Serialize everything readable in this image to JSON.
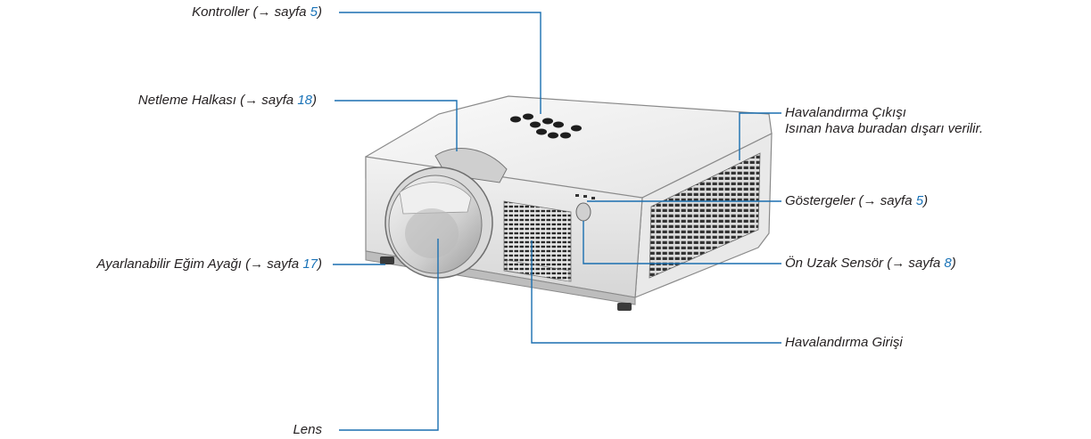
{
  "colors": {
    "leader_line": "#1a6fb0",
    "page_link": "#1a73b8",
    "text": "#231f20"
  },
  "labels": {
    "controls": {
      "text": "Kontroller (→ sayfa ",
      "page": "5",
      "close": ")"
    },
    "focus_ring": {
      "text": "Netleme Halkası (→ sayfa ",
      "page": "18",
      "close": ")"
    },
    "tilt_foot": {
      "text": "Ayarlanabilir Eğim Ayağı (→ sayfa ",
      "page": "17",
      "close": ")"
    },
    "lens": {
      "text": "Lens"
    },
    "vent_out": {
      "line1": "Havalandırma Çıkışı",
      "line2": "Isınan hava buradan dışarı verilir."
    },
    "indicators": {
      "text": "Göstergeler (→ sayfa ",
      "page": "5",
      "close": ")"
    },
    "remote_sensor": {
      "text": "Ön Uzak Sensör (→ sayfa ",
      "page": "8",
      "close": ")"
    },
    "vent_in": {
      "text": "Havalandırma Girişi"
    }
  },
  "icons": {
    "device": "projector-illustration"
  }
}
